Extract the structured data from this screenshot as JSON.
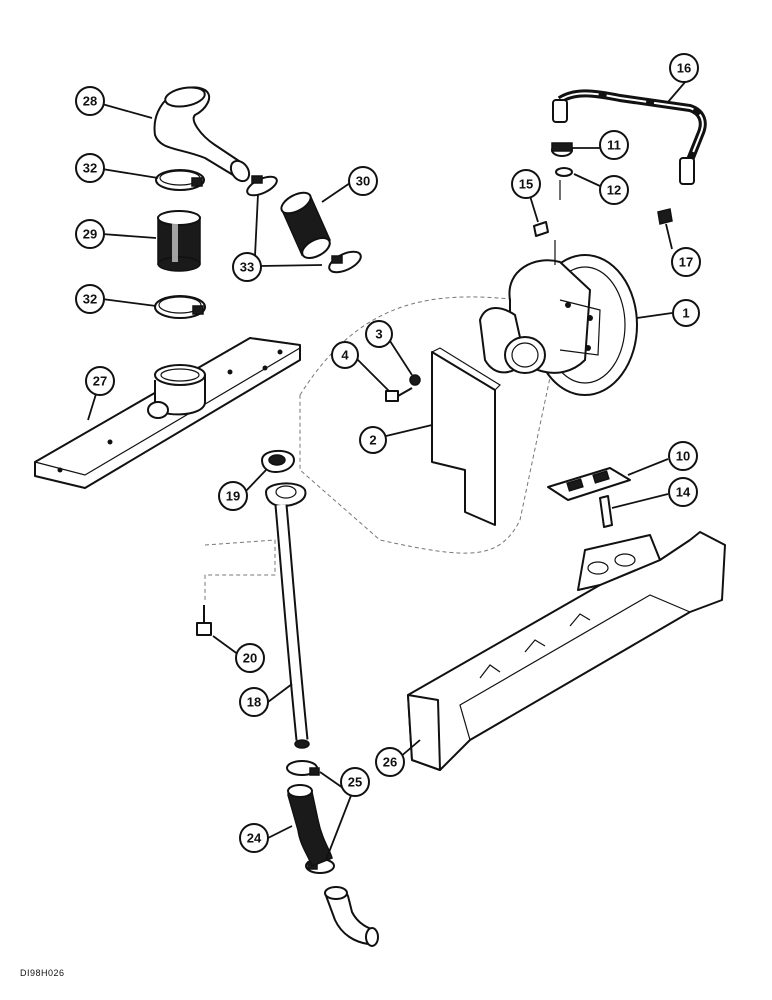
{
  "drawing_code": "DI98H026",
  "callouts": [
    {
      "id": "c1",
      "label": "1"
    },
    {
      "id": "c2",
      "label": "2"
    },
    {
      "id": "c3",
      "label": "3"
    },
    {
      "id": "c4",
      "label": "4"
    },
    {
      "id": "c10",
      "label": "10"
    },
    {
      "id": "c11",
      "label": "11"
    },
    {
      "id": "c12",
      "label": "12"
    },
    {
      "id": "c14",
      "label": "14"
    },
    {
      "id": "c15",
      "label": "15"
    },
    {
      "id": "c16",
      "label": "16"
    },
    {
      "id": "c17",
      "label": "17"
    },
    {
      "id": "c18",
      "label": "18"
    },
    {
      "id": "c19",
      "label": "19"
    },
    {
      "id": "c20",
      "label": "20"
    },
    {
      "id": "c24",
      "label": "24"
    },
    {
      "id": "c25",
      "label": "25"
    },
    {
      "id": "c26",
      "label": "26"
    },
    {
      "id": "c27",
      "label": "27"
    },
    {
      "id": "c28",
      "label": "28"
    },
    {
      "id": "c29",
      "label": "29"
    },
    {
      "id": "c30",
      "label": "30"
    },
    {
      "id": "c32a",
      "label": "32"
    },
    {
      "id": "c32b",
      "label": "32"
    },
    {
      "id": "c33",
      "label": "33"
    }
  ]
}
